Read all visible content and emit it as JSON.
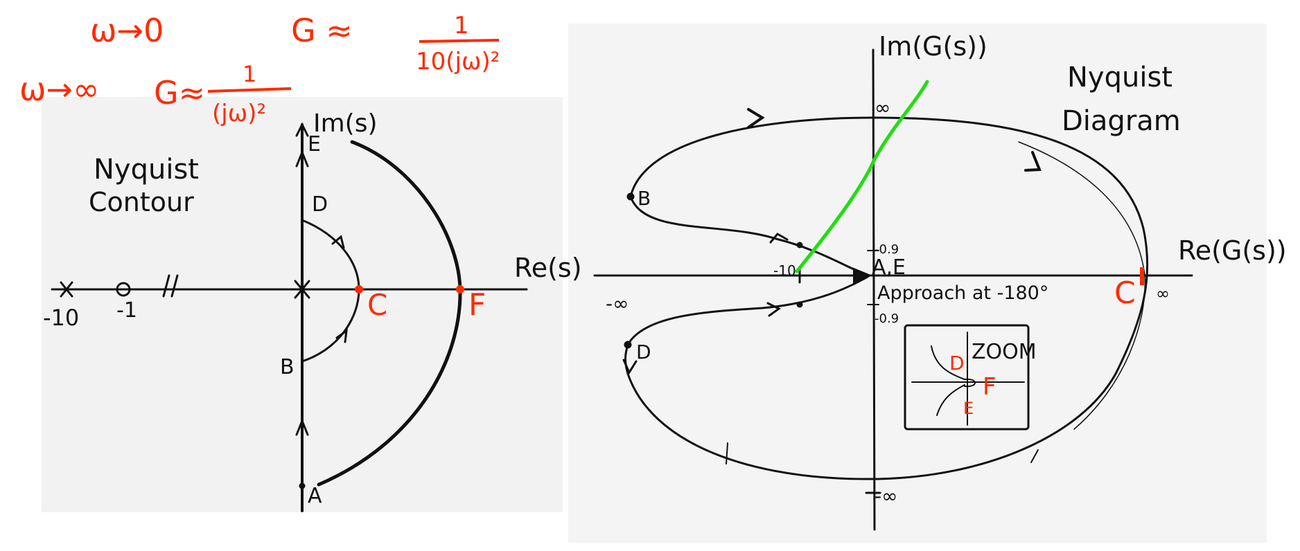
{
  "colors": {
    "ink": "#111111",
    "accent": "#ff2a00",
    "highlight": "#22dd11",
    "paper_left": "#f2f2f2",
    "paper_right": "#f4f4f4"
  },
  "notes": {
    "line1": {
      "omega": "ω→0",
      "g": "G ≈",
      "num": "1",
      "den": "10(jω)²"
    },
    "line2": {
      "omega": "ω→∞",
      "g": "G≈",
      "num": "1",
      "den": "(jω)²"
    }
  },
  "contour": {
    "title_line1": "Nyquist",
    "title_line2": "Contour",
    "axis_im": "Im(s)",
    "axis_re": "Re(s)",
    "tick_m10": "-10",
    "tick_m1": "-1",
    "label_A": "A",
    "label_B": "B",
    "label_C": "C",
    "label_D": "D",
    "label_E": "E",
    "label_F": "F"
  },
  "nyquist": {
    "title_line1": "Nyquist",
    "title_line2": "Diagram",
    "axis_im": "Im(G(s))",
    "axis_re": "Re(G(s))",
    "inf_top": "∞",
    "inf_right": "∞",
    "inf_left": "-∞",
    "inf_bottom": "-∞",
    "tick_m10": "-10",
    "tick_p09": "-0.9",
    "tick_m09": "-0.9",
    "label_AE": "A,E",
    "approach": "Approach at -180°",
    "label_B": "B",
    "label_C": "C",
    "label_D": "D",
    "zoom": "ZOOM",
    "zoom_D": "D",
    "zoom_F": "F",
    "zoom_E": "E"
  }
}
